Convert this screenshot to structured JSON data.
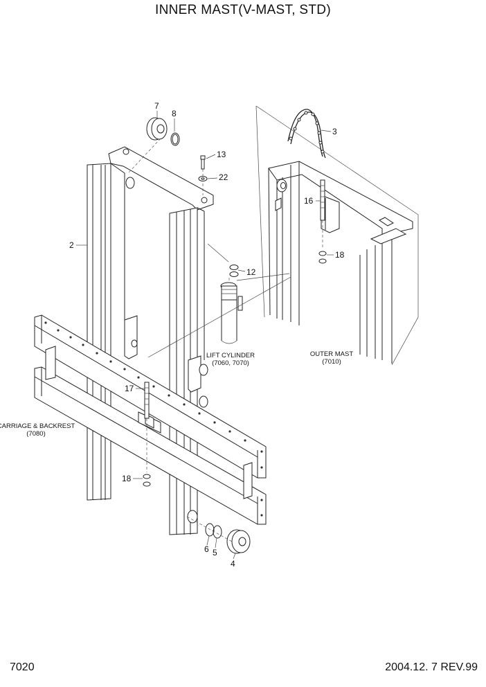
{
  "title": "INNER MAST(V-MAST, STD)",
  "page_number": "7020",
  "revision": "2004.12. 7 REV.99",
  "callouts": {
    "c2": "2",
    "c3": "3",
    "c4": "4",
    "c5": "5",
    "c6": "6",
    "c7": "7",
    "c8": "8",
    "c12": "12",
    "c13": "13",
    "c16": "16",
    "c17": "17",
    "c18a": "18",
    "c18b": "18",
    "c22": "22"
  },
  "labels": {
    "lift_cylinder": "LIFT CYLINDER",
    "lift_cylinder_ref": "(7060, 7070)",
    "outer_mast": "OUTER MAST",
    "outer_mast_ref": "(7010)",
    "carriage": "CARRIAGE & BACKREST",
    "carriage_ref": "(7080)"
  }
}
